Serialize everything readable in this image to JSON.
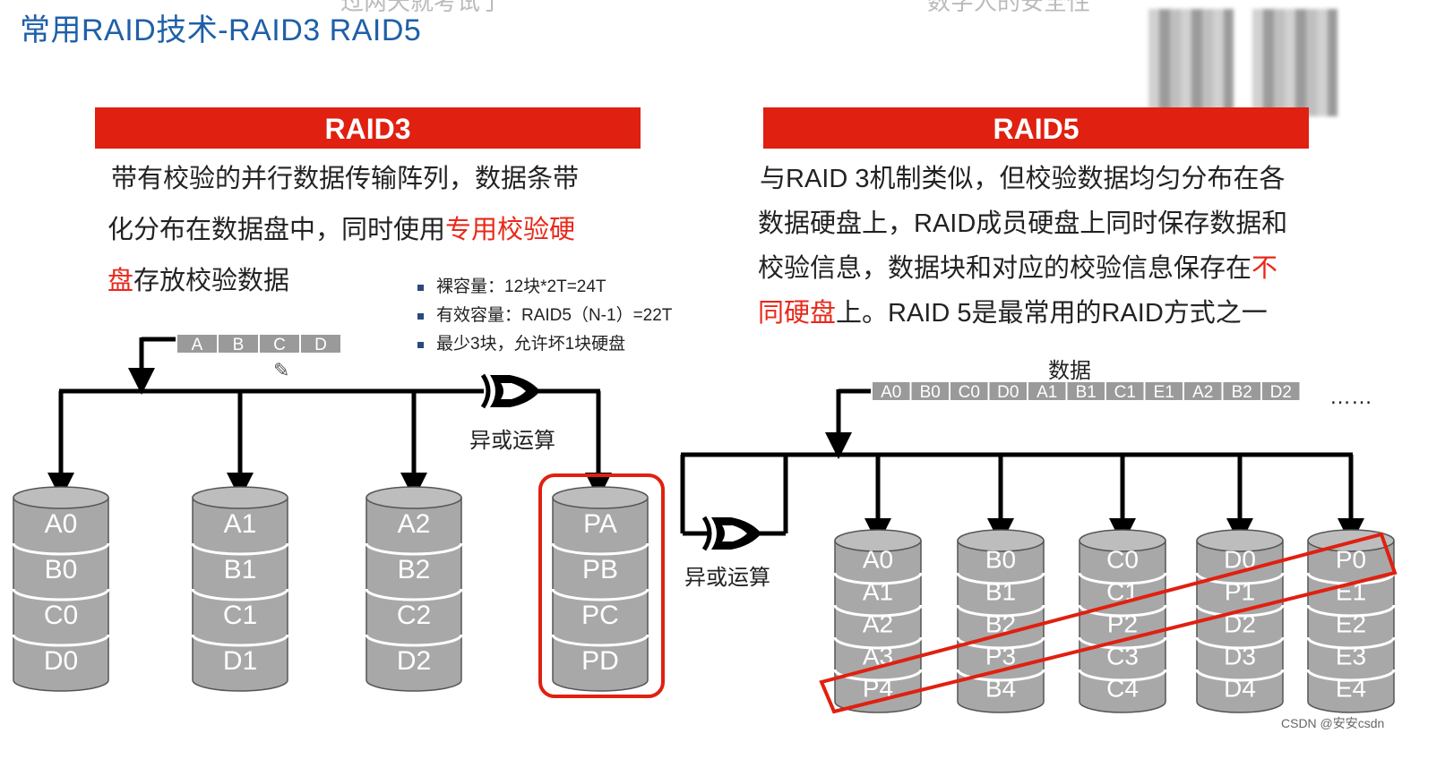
{
  "title": "常用RAID技术-RAID3 RAID5",
  "faded_top": [
    "过两天就考试了",
    "数字人的安全性"
  ],
  "raid3": {
    "banner": "RAID3",
    "desc_line1": "带有校验的并行数据传输阵列，数据条带",
    "desc_line2_a": "化分布在数据盘中，同时使用",
    "desc_line2_red": "专用校验硬",
    "desc_line3_red": "盘",
    "desc_line3_b": "存放校验数据",
    "strip": [
      "A",
      "B",
      "C",
      "D"
    ],
    "xor_label": "异或运算",
    "disks": [
      [
        "A0",
        "B0",
        "C0",
        "D0"
      ],
      [
        "A1",
        "B1",
        "C1",
        "D1"
      ],
      [
        "A2",
        "B2",
        "C2",
        "D2"
      ],
      [
        "PA",
        "PB",
        "PC",
        "PD"
      ]
    ]
  },
  "bullets": [
    "裸容量：12块*2T=24T",
    "有效容量：RAID5（N-1）=22T",
    "最少3块，允许坏1块硬盘"
  ],
  "raid5": {
    "banner": "RAID5",
    "desc_line1": "与RAID 3机制类似，但校验数据均匀分布在各",
    "desc_line2": "数据硬盘上，RAID成员硬盘上同时保存数据和",
    "desc_line3_a": "校验信息，数据块和对应的校验信息保存在",
    "desc_line3_red": "不",
    "desc_line4_red": "同硬盘",
    "desc_line4_b": "上。RAID 5是最常用的RAID方式之一",
    "data_label": "数据",
    "strip": [
      "A0",
      "B0",
      "C0",
      "D0",
      "A1",
      "B1",
      "C1",
      "E1",
      "A2",
      "B2",
      "D2"
    ],
    "ellipsis": "……",
    "xor_label": "异或运算",
    "disks": [
      [
        "A0",
        "A1",
        "A2",
        "A3",
        "P4"
      ],
      [
        "B0",
        "B1",
        "B2",
        "P3",
        "B4"
      ],
      [
        "C0",
        "C1",
        "P2",
        "C3",
        "C4"
      ],
      [
        "D0",
        "P1",
        "D2",
        "D3",
        "D4"
      ],
      [
        "P0",
        "E1",
        "E2",
        "E3",
        "E4"
      ]
    ]
  },
  "watermark": "CSDN @安安csdn",
  "colors": {
    "title": "#1f5fa8",
    "banner": "#e02010",
    "highlight": "#e8281a",
    "disk": "#a8a8a8",
    "strip": "#9a9a9a"
  }
}
